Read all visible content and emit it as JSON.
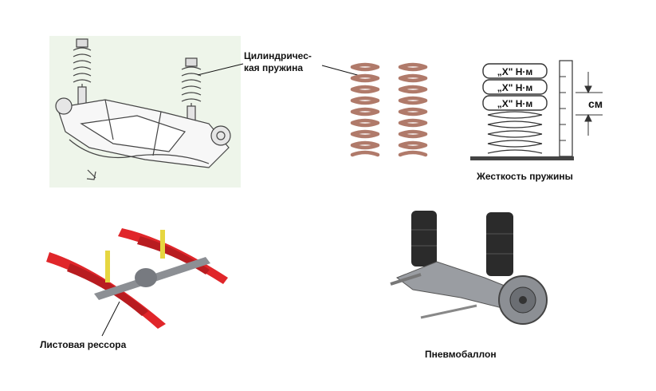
{
  "labels": {
    "cylindrical_spring_line1": "Цилиндричес-",
    "cylindrical_spring_line2": "кая пружина",
    "spring_stiffness": "Жесткость пружины",
    "leaf_spring": "Листовая рессора",
    "air_spring": "Пневмобаллон"
  },
  "stiffness_diagram": {
    "weights": [
      "„X\" Н·м",
      "„X\" Н·м",
      "„X\" Н·м"
    ],
    "unit": "см"
  },
  "colors": {
    "spring_copper": "#b07a6a",
    "leaf_red": "#e0262a",
    "axle_grey": "#8c8f94",
    "shock_yellow": "#e6d640",
    "sketch_bg": "#eef5ea"
  }
}
